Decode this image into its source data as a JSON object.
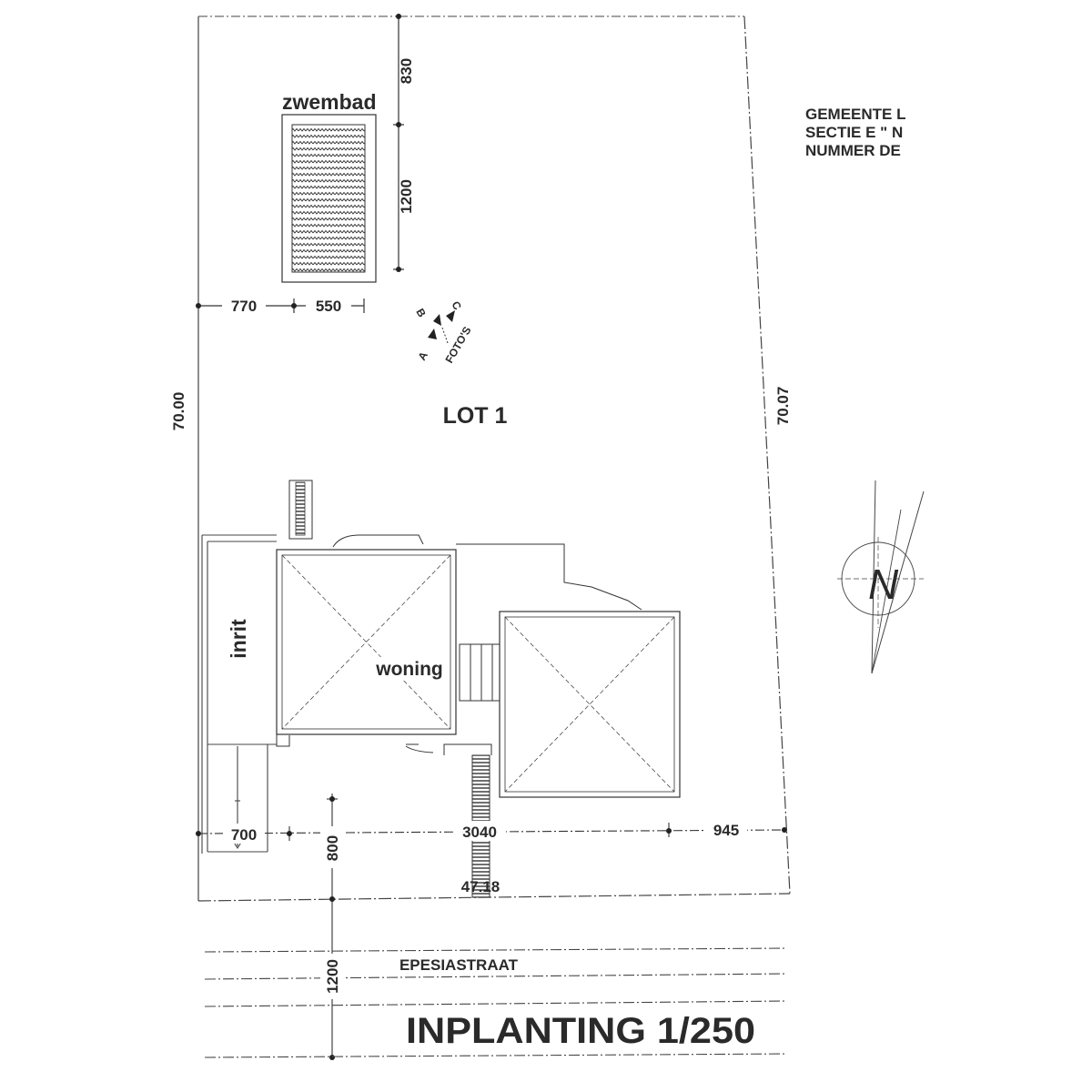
{
  "plan": {
    "title": "INPLANTING 1/250",
    "lot_label": "LOT 1",
    "street_name": "EPESIASTRAAT",
    "labels": {
      "pool": "zwembad",
      "house": "woning",
      "driveway": "inrit",
      "photos": "FOTO'S",
      "photo_a": "A",
      "photo_b": "B",
      "photo_c": "C",
      "north": "N"
    },
    "dimensions": {
      "left_side": "70.00",
      "right_side": "70.07",
      "top_to_pool": "830",
      "pool_length": "1200",
      "left_to_pool": "770",
      "pool_width": "550",
      "front_left": "700",
      "front_setback": "800",
      "house_width": "3040",
      "right_side_gap": "945",
      "front_width": "47.18",
      "street_width": "1200"
    },
    "municipality": {
      "line1": "GEMEENTE L",
      "line2": "SECTIE E \" N",
      "line3": "NUMMER DE"
    }
  }
}
